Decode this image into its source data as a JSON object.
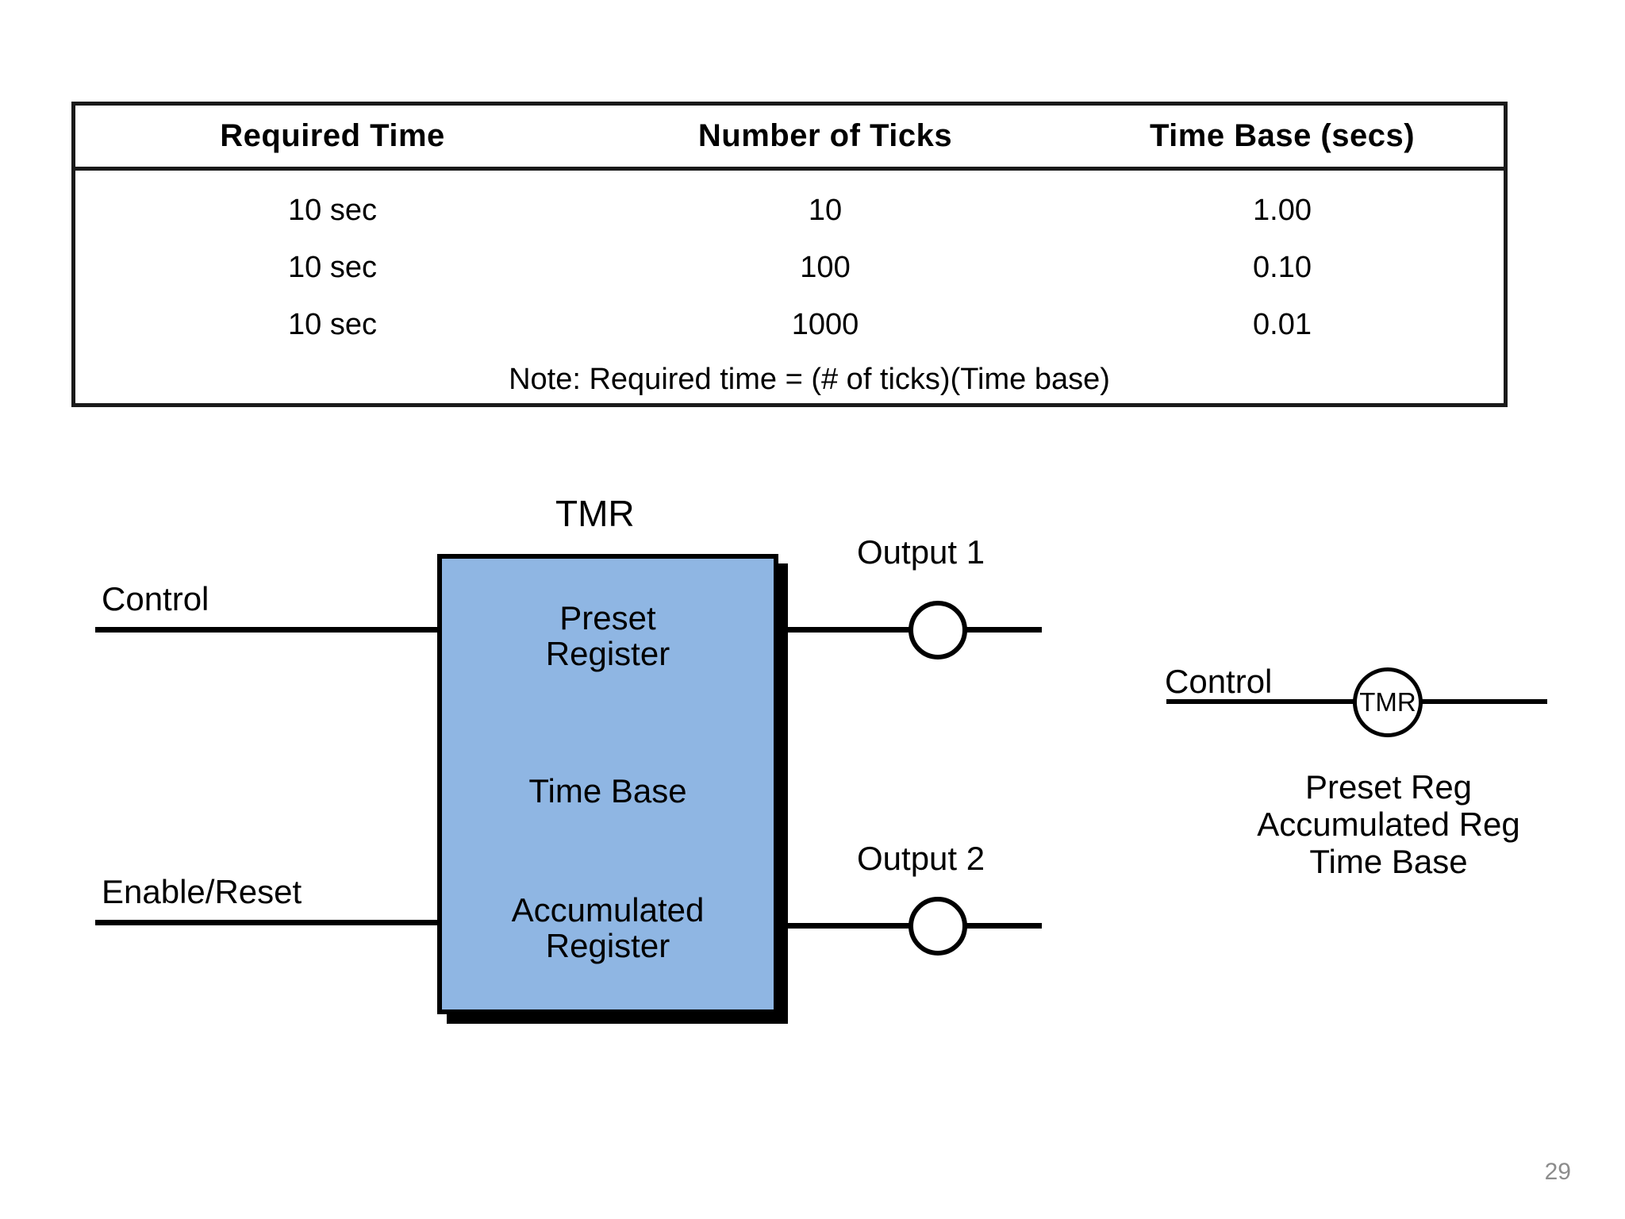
{
  "table": {
    "headers": [
      "Required Time",
      "Number of Ticks",
      "Time Base (secs)"
    ],
    "rows": [
      [
        "10 sec",
        "10",
        "1.00"
      ],
      [
        "10 sec",
        "100",
        "0.10"
      ],
      [
        "10 sec",
        "1000",
        "0.01"
      ]
    ],
    "note": "Note: Required time = (# of ticks)(Time base)"
  },
  "block_diagram": {
    "title": "TMR",
    "inputs": [
      {
        "label": "Control"
      },
      {
        "label": "Enable/Reset"
      }
    ],
    "block_lines": {
      "preset": "Preset\nRegister",
      "preset_line1": "Preset",
      "preset_line2": "Register",
      "time_base": "Time Base",
      "accumulated_line1": "Accumulated",
      "accumulated_line2": "Register"
    },
    "outputs": [
      {
        "label": "Output 1"
      },
      {
        "label": "Output 2"
      }
    ],
    "box_color": "#8fb6e3"
  },
  "coil_diagram": {
    "rung_label": "Control",
    "coil_label": "TMR",
    "notes": [
      "Preset Reg",
      "Accumulated Reg",
      "Time Base"
    ]
  },
  "page_number": "29"
}
